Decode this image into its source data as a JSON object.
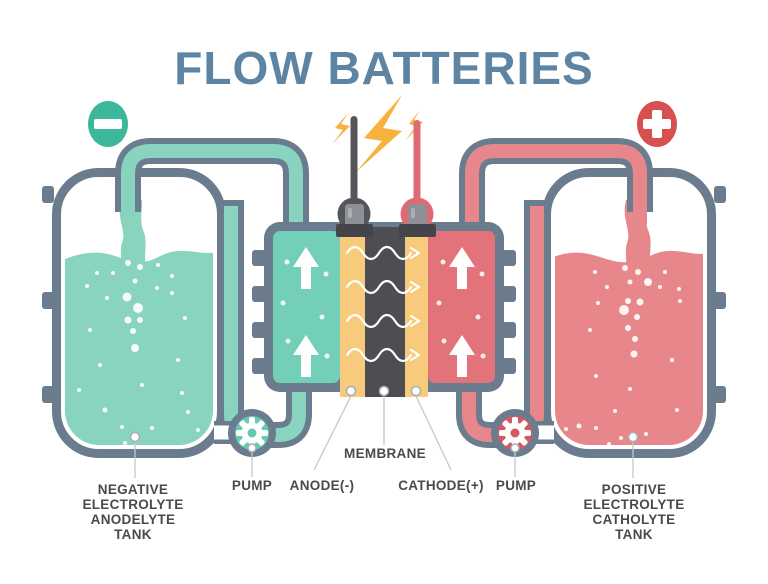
{
  "title": "FLOW BATTERIES",
  "labels": {
    "left_tank": {
      "lines": [
        "NEGATIVE",
        "ELECTROLYTE",
        "ANODELYTE",
        "TANK"
      ]
    },
    "right_tank": {
      "lines": [
        "POSITIVE",
        "ELECTROLYTE",
        "CATHOLYTE",
        "TANK"
      ]
    },
    "pump_left": "PUMP",
    "pump_right": "PUMP",
    "anode": "ANODE(-)",
    "membrane": "MEMBRANE",
    "cathode": "CATHODE(+)"
  },
  "icons": {
    "negative_badge": "minus-icon",
    "positive_badge": "plus-icon",
    "pumps": "gear-icon",
    "electricity": "lightning-bolt-icon",
    "electrolyte_flow": "up-arrow-icon",
    "ion_exchange": "wavy-arrow-icon"
  },
  "colors": {
    "title": "#5d85a3",
    "outline_gray": "#6b7c8e",
    "negative_electrolyte": "#88d4bf",
    "negative_compartment": "#74cfb8",
    "negative_badge": "#3db79a",
    "negative_pump": "#65cab0",
    "positive_electrolyte": "#e8878b",
    "positive_compartment": "#e3737b",
    "positive_badge": "#d7504f",
    "positive_pump": "#d6575f",
    "electrode_yellow": "#f7ca7c",
    "membrane_dark": "#4d4d54",
    "lightning_yellow": "#f7b13f",
    "label_text": "#494a4c"
  }
}
